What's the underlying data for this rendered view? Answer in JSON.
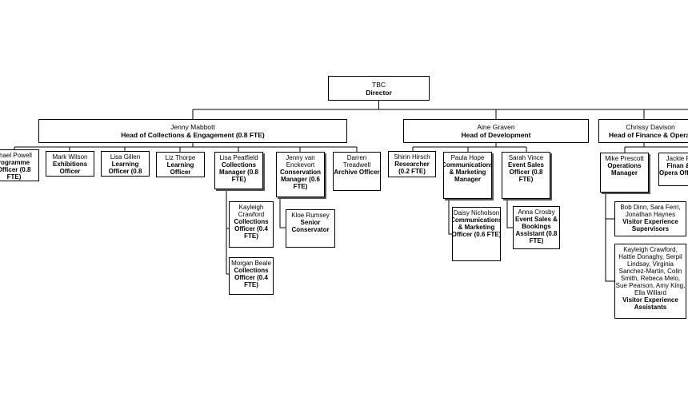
{
  "org": {
    "director": {
      "name": "TBC",
      "role": "Director"
    },
    "heads": [
      {
        "name": "Jenny Mabbott",
        "role": "Head of Collections & Engagement (0.8 FTE)"
      },
      {
        "name": "Aine Graven",
        "role": "Head of Development"
      },
      {
        "name": "Chrissy Davison",
        "role": "Head of Finance & Operat"
      }
    ],
    "collections_team": [
      {
        "name": "chael Powell",
        "role": "rogramme Officer (0.8 FTE)"
      },
      {
        "name": "Mark Wilson",
        "role": "Exhibitions Officer"
      },
      {
        "name": "Lisa Gillen",
        "role": "Learning Officer (0.8 FTE)"
      },
      {
        "name": "Liz Thorpe",
        "role": "Learning Officer"
      },
      {
        "name": "Lisa Peatfield",
        "role": "Collections Manager (0.8 FTE)"
      },
      {
        "name": "Jenny van Enckevort",
        "role": "Conservation Manager (0.6 FTE)"
      },
      {
        "name": "Darren Treadwell",
        "role": "Archive Officer"
      }
    ],
    "collections_reports": [
      {
        "name": "Kayleigh Crawford",
        "role": "Collections Officer (0.4 FTE)"
      },
      {
        "name": "Morgan Beale",
        "role": "Collections Officer (0.4 FTE)"
      }
    ],
    "conservation_reports": [
      {
        "name": "Kloe Rumsey",
        "role": "Senior Conservator"
      }
    ],
    "development_team": [
      {
        "name": "Shirin Hirsch",
        "role": "Researcher (0.2 FTE)"
      },
      {
        "name": "Paula Hope",
        "role": "Communications & Marketing Manager"
      },
      {
        "name": "Sarah Vince",
        "role": "Event Sales Officer (0.8 FTE)"
      }
    ],
    "comms_reports": [
      {
        "name": "Daisy Nicholson",
        "role": "Communications & Marketing Officer (0.6 FTE)"
      }
    ],
    "events_reports": [
      {
        "name": "Anna Crosby",
        "role": "Event Sales & Bookings Assistant (0.8 FTE)"
      }
    ],
    "finance_team": [
      {
        "name": "Mike Prescott",
        "role": "Operations Manager"
      },
      {
        "name": "Jackie R",
        "role": "Finan & Opera Office"
      }
    ],
    "operations_reports": [
      {
        "name": "Bob Dinn, Sara Ferri, Jonathan Haynes",
        "role": "Visitor Experience Supervisors"
      },
      {
        "name": "Kayleigh Crawford, Hattie Donaghy, Serpil Lindsay, Virginia Sanchez-Martin, Colin Smith, Rebeca Melo, Sue Pearson, Amy King, Ella Willard",
        "role": "Visitor Experience Assistants"
      }
    ]
  }
}
